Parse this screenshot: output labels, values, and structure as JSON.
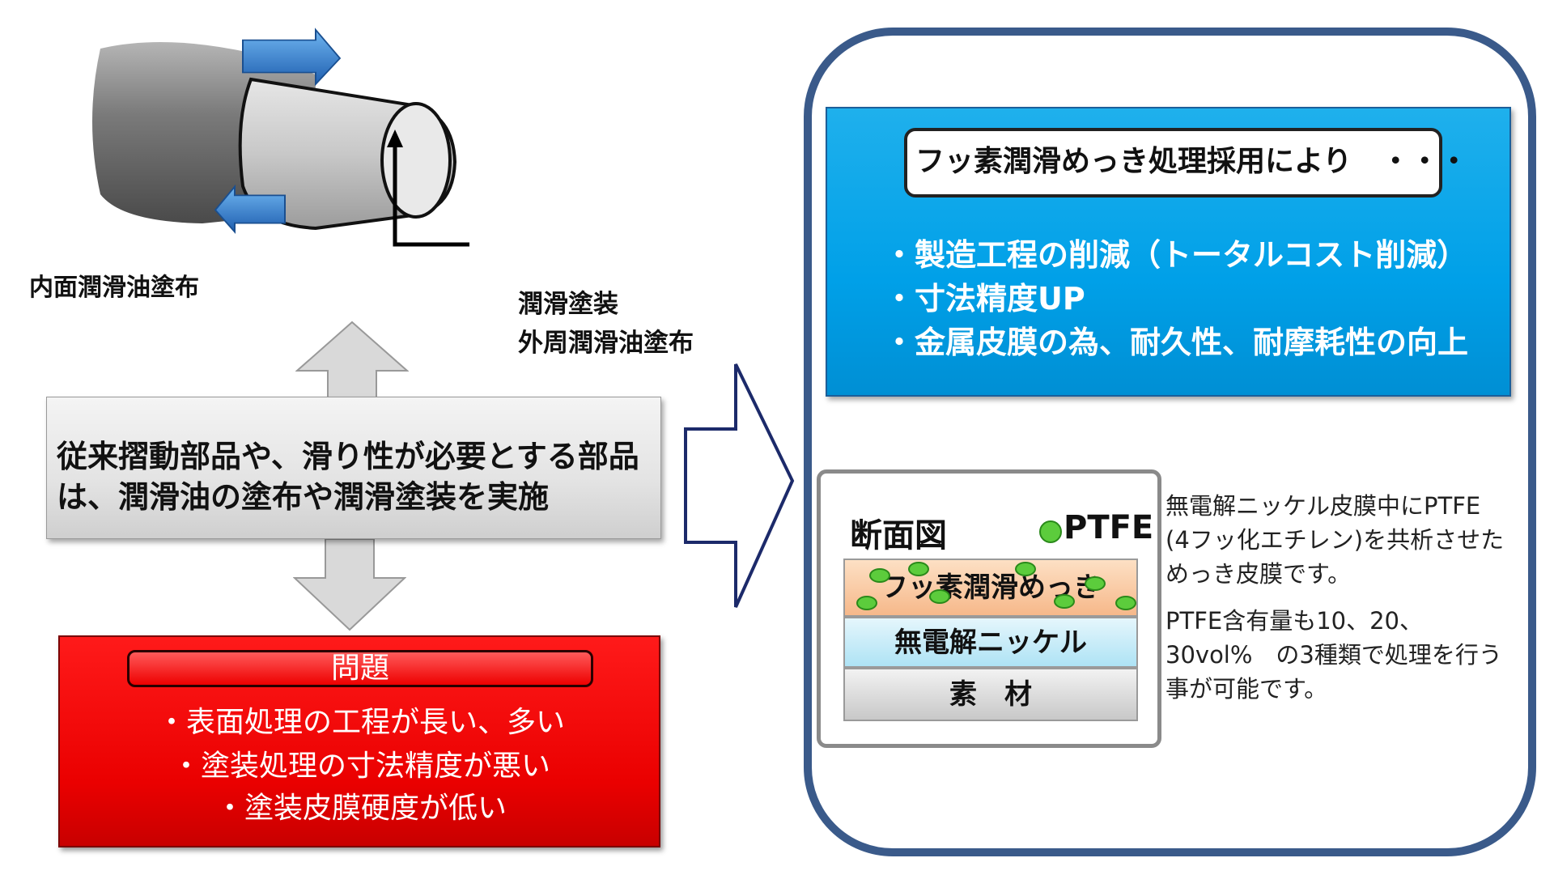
{
  "labels": {
    "inner_lube": "内面潤滑油塗布",
    "coating": "潤滑塗装",
    "outer_lube": "外周潤滑油塗布"
  },
  "description": {
    "line1": "従来摺動部品や、滑り性が必要とする部品",
    "line2": "は、潤滑油の塗布や潤滑塗装を実施"
  },
  "problem": {
    "title": "問題",
    "items": [
      "・表面処理の工程が長い、多い",
      "・塗装処理の寸法精度が悪い",
      "・塗装皮膜硬度が低い"
    ]
  },
  "result": {
    "title": "フッ素潤滑めっき処理採用により　・・・",
    "items": [
      "・製造工程の削減（トータルコスト削減）",
      "・寸法精度UP",
      "・金属皮膜の為、耐久性、耐摩耗性の向上"
    ]
  },
  "cross_section": {
    "title": "断面図",
    "legend": "PTFE",
    "layers": [
      "フッ素潤滑めっき",
      "無電解ニッケル",
      "素　材"
    ]
  },
  "notes": {
    "p1": [
      "無電解ニッケル皮膜中にPTFE",
      "(4フッ化エチレン)を共析させた",
      "めっき皮膜です。"
    ],
    "p2": [
      "PTFE含有量も10、20、",
      "30vol%　の3種類で処理を行う",
      "事が可能です。"
    ]
  },
  "colors": {
    "problem_red": "#e60000",
    "result_blue": "#00a0e8",
    "frame_navy": "#3a5a8a",
    "arrow_blue": "#2a7fd0",
    "ptfe_green": "#5ccc3c"
  }
}
